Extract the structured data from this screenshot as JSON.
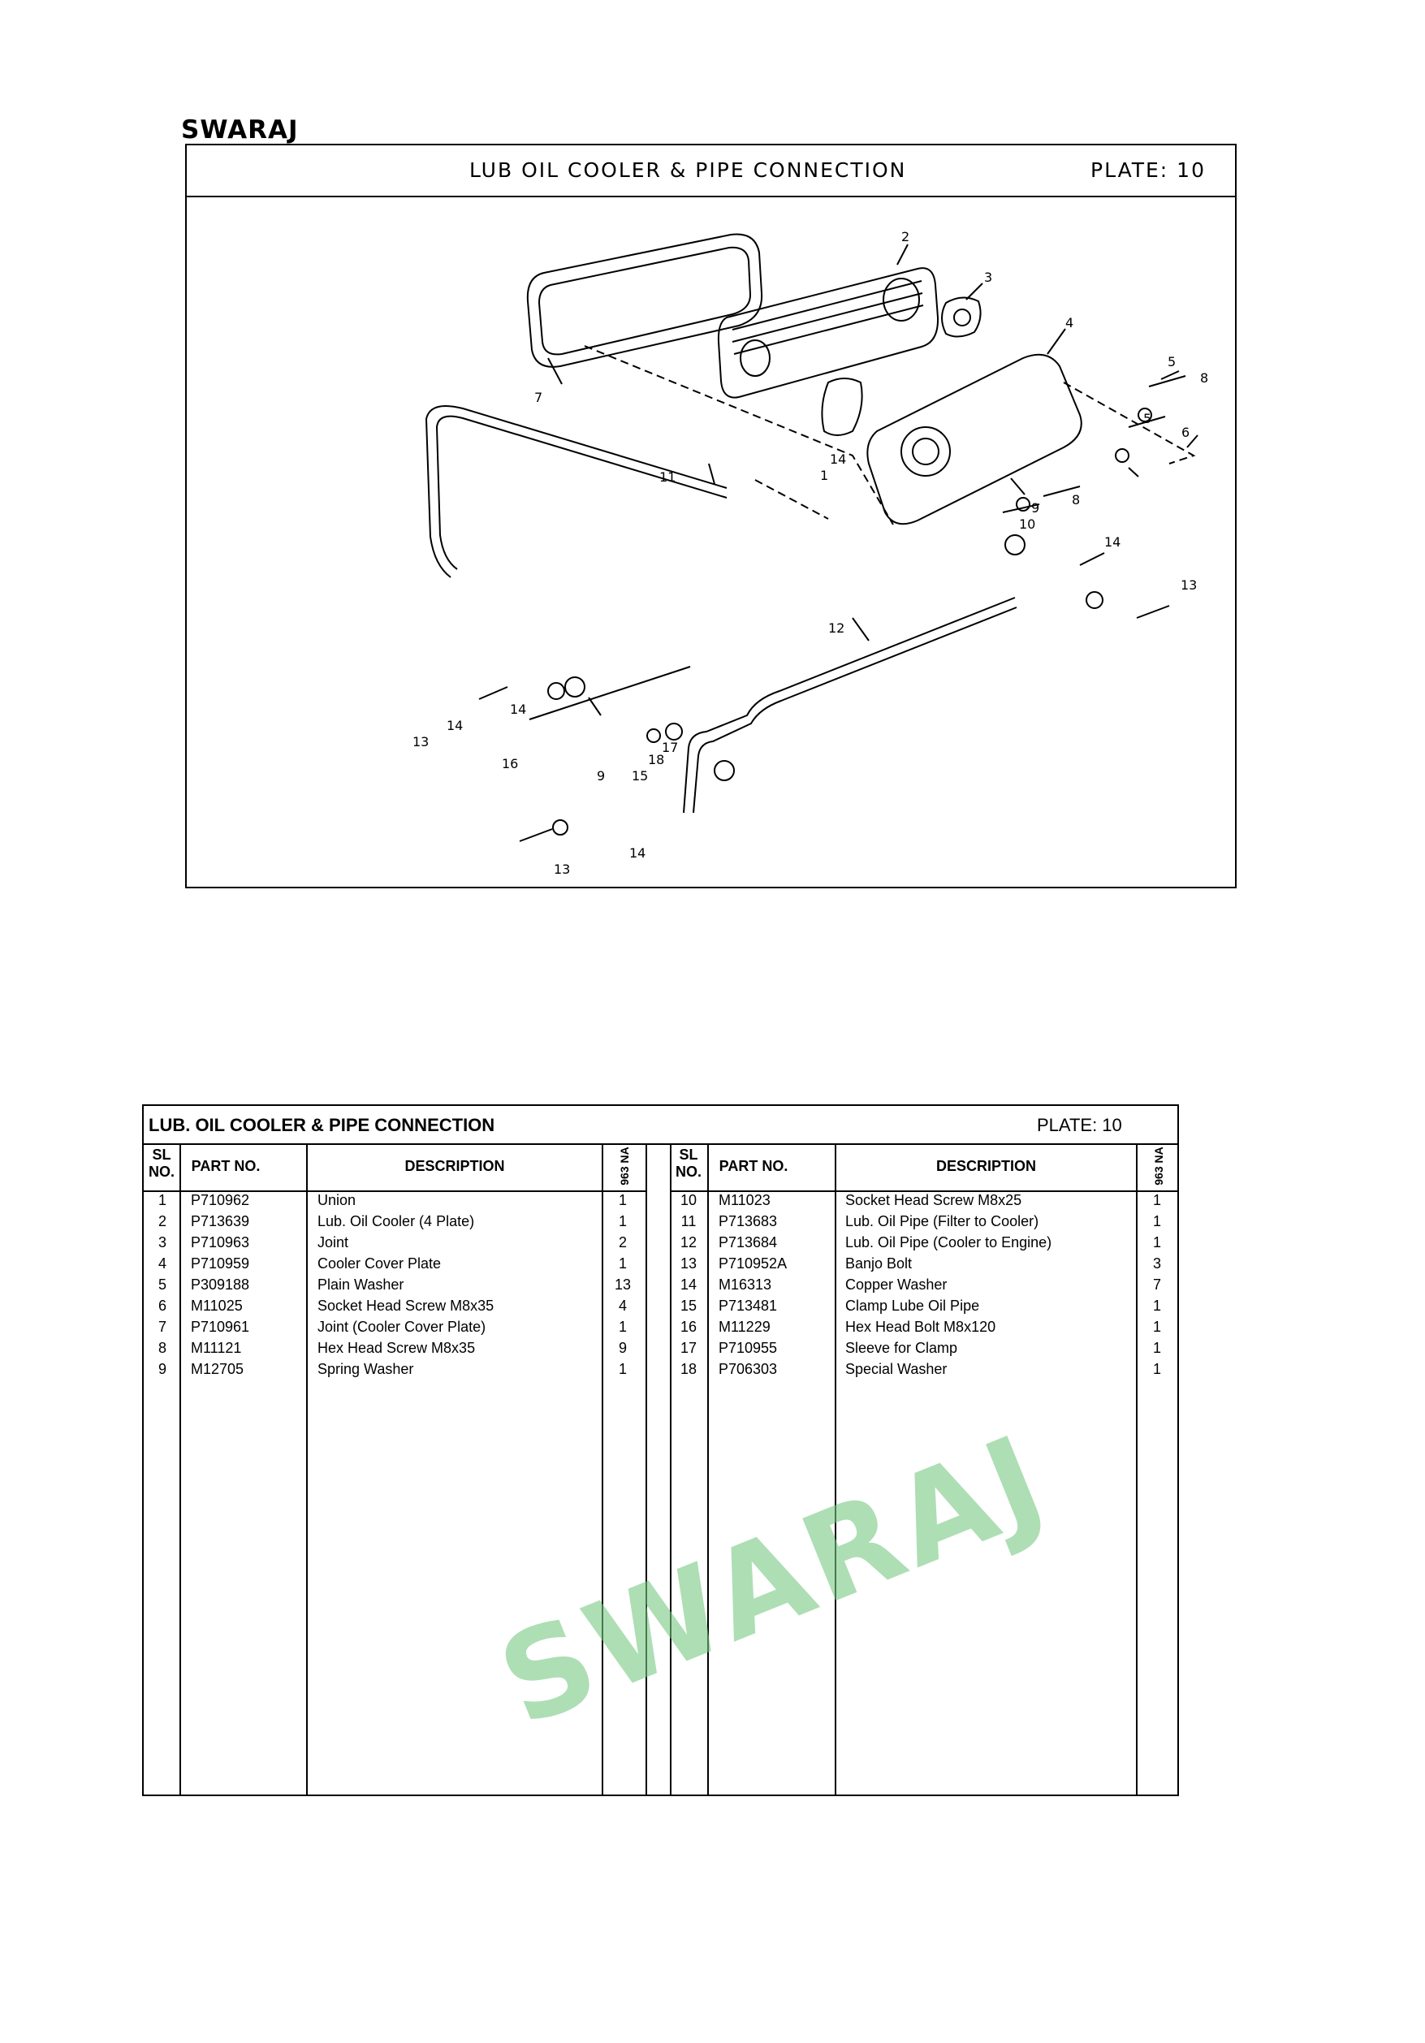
{
  "brand": "SWARAJ",
  "plate": {
    "title": "LUB OIL COOLER & PIPE CONNECTION",
    "plate_label": "PLATE: 10",
    "callouts": [
      "1",
      "2",
      "3",
      "4",
      "5",
      "5",
      "6",
      "7",
      "8",
      "8",
      "9",
      "10",
      "11",
      "12",
      "13",
      "13",
      "13",
      "14",
      "14",
      "14",
      "14",
      "14",
      "15",
      "16",
      "17",
      "18",
      "9"
    ]
  },
  "watermark": "SWARAJ",
  "parts_table": {
    "title": "LUB. OIL COOLER & PIPE CONNECTION",
    "plate_label": "PLATE: 10",
    "headers": {
      "sl_1": "SL",
      "sl_2": "NO.",
      "part": "PART NO.",
      "desc": "DESCRIPTION",
      "model": "963 NA"
    },
    "left": [
      {
        "sl": "1",
        "part": "P710962",
        "desc": "Union",
        "qty": "1"
      },
      {
        "sl": "2",
        "part": "P713639",
        "desc": "Lub. Oil Cooler (4 Plate)",
        "qty": "1"
      },
      {
        "sl": "3",
        "part": "P710963",
        "desc": "Joint",
        "qty": "2"
      },
      {
        "sl": "4",
        "part": "P710959",
        "desc": "Cooler Cover Plate",
        "qty": "1"
      },
      {
        "sl": "5",
        "part": "P309188",
        "desc": "Plain Washer",
        "qty": "13"
      },
      {
        "sl": "6",
        "part": "M11025",
        "desc": "Socket Head Screw M8x35",
        "qty": "4"
      },
      {
        "sl": "7",
        "part": "P710961",
        "desc": "Joint (Cooler Cover Plate)",
        "qty": "1"
      },
      {
        "sl": "8",
        "part": "M11121",
        "desc": "Hex Head Screw M8x35",
        "qty": "9"
      },
      {
        "sl": "9",
        "part": "M12705",
        "desc": "Spring Washer",
        "qty": "1"
      }
    ],
    "right": [
      {
        "sl": "10",
        "part": "M11023",
        "desc": "Socket Head Screw M8x25",
        "qty": "1"
      },
      {
        "sl": "11",
        "part": "P713683",
        "desc": "Lub. Oil  Pipe (Filter to Cooler)",
        "qty": "1"
      },
      {
        "sl": "12",
        "part": "P713684",
        "desc": "Lub. Oil  Pipe (Cooler to Engine)",
        "qty": "1"
      },
      {
        "sl": "13",
        "part": "P710952A",
        "desc": "Banjo Bolt",
        "qty": "3"
      },
      {
        "sl": "14",
        "part": "M16313",
        "desc": "Copper Washer",
        "qty": "7"
      },
      {
        "sl": "15",
        "part": "P713481",
        "desc": "Clamp Lube Oil Pipe",
        "qty": "1"
      },
      {
        "sl": "16",
        "part": "M11229",
        "desc": "Hex Head Bolt M8x120",
        "qty": "1"
      },
      {
        "sl": "17",
        "part": "P710955",
        "desc": "Sleeve for Clamp",
        "qty": "1"
      },
      {
        "sl": "18",
        "part": "P706303",
        "desc": "Special Washer",
        "qty": "1"
      }
    ]
  }
}
